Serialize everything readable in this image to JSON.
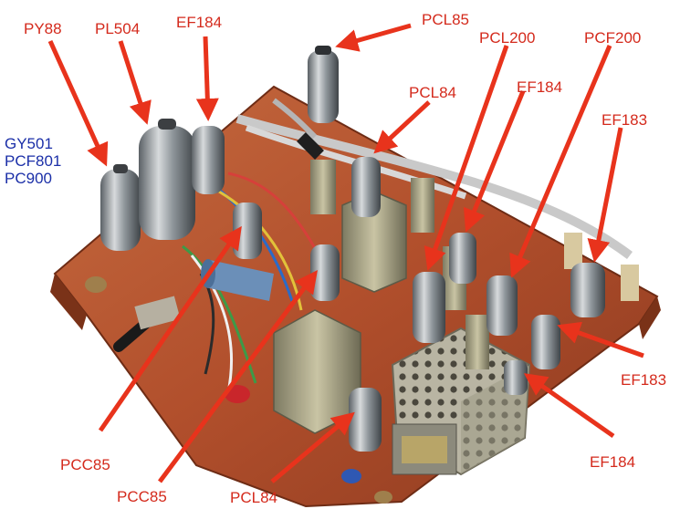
{
  "colors": {
    "label_red": "#d42a1c",
    "label_blue": "#1b2fa8",
    "arrow": "#e8331c",
    "board": "#b5502e",
    "tube_glass": "#8a8f93"
  },
  "labels": {
    "py88": "PY88",
    "pl504": "PL504",
    "ef184_top": "EF184",
    "pcl85": "PCL85",
    "pcl200": "PCL200",
    "pcf200": "PCF200",
    "pcl84_top": "PCL84",
    "ef184_mid": "EF184",
    "ef183_top": "EF183",
    "gy501": "GY501",
    "pcf801": "PCF801",
    "pc900": "PC900",
    "ef183_bottom": "EF183",
    "ef184_bottom": "EF184",
    "pcc85_a": "PCC85",
    "pcc85_b": "PCC85",
    "pcl84_bottom": "PCL84"
  }
}
